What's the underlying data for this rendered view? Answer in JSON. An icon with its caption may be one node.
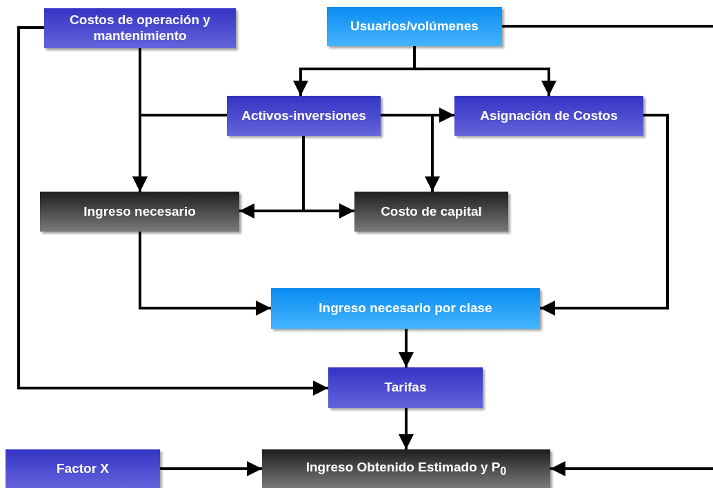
{
  "diagram": {
    "nodes": [
      {
        "text": [
          "Costos de operación y mantenimiento"
        ]
      },
      {
        "text": [
          "Usuarios/volúmenes"
        ]
      },
      {
        "text": [
          "Activos-inversiones"
        ]
      },
      {
        "text": [
          "Asignación de Costos"
        ]
      },
      {
        "text": [
          "Ingreso necesario"
        ]
      },
      {
        "text": [
          "Costo de capital"
        ]
      },
      {
        "text": [
          "Ingreso necesario por clase"
        ]
      },
      {
        "text": [
          "Tarifas"
        ]
      },
      {
        "text": [
          "Factor X"
        ]
      },
      {
        "text": [
          "Ingreso Obtenido Estimado y P$_{0}$"
        ]
      }
    ],
    "edges": [
      {
        "from": 0,
        "to": 4,
        "arrow": "to"
      },
      {
        "from": 2,
        "to": 4,
        "arrow": "to"
      },
      {
        "from": 0,
        "to": 7,
        "arrow": "to"
      },
      {
        "from": 1,
        "to": 2,
        "arrow": "to"
      },
      {
        "from": 1,
        "to": 3,
        "arrow": "to"
      },
      {
        "from": 1,
        "to": null,
        "arrow": "none"
      },
      {
        "from": 2,
        "to": 3,
        "arrow": "to"
      },
      {
        "from": 2,
        "to": 5,
        "arrow": "to"
      },
      {
        "from": 2,
        "to": 4,
        "arrow": "to"
      },
      {
        "from": 2,
        "to": 5,
        "arrow": "to"
      },
      {
        "from": 3,
        "to": 6,
        "arrow": "to"
      },
      {
        "from": 4,
        "to": 6,
        "arrow": "to"
      },
      {
        "from": 6,
        "to": 7,
        "arrow": "to"
      },
      {
        "from": 7,
        "to": 9,
        "arrow": "to"
      },
      {
        "from": 8,
        "to": 9,
        "arrow": "to"
      },
      {
        "from": null,
        "to": 9,
        "arrow": "to"
      }
    ]
  }
}
